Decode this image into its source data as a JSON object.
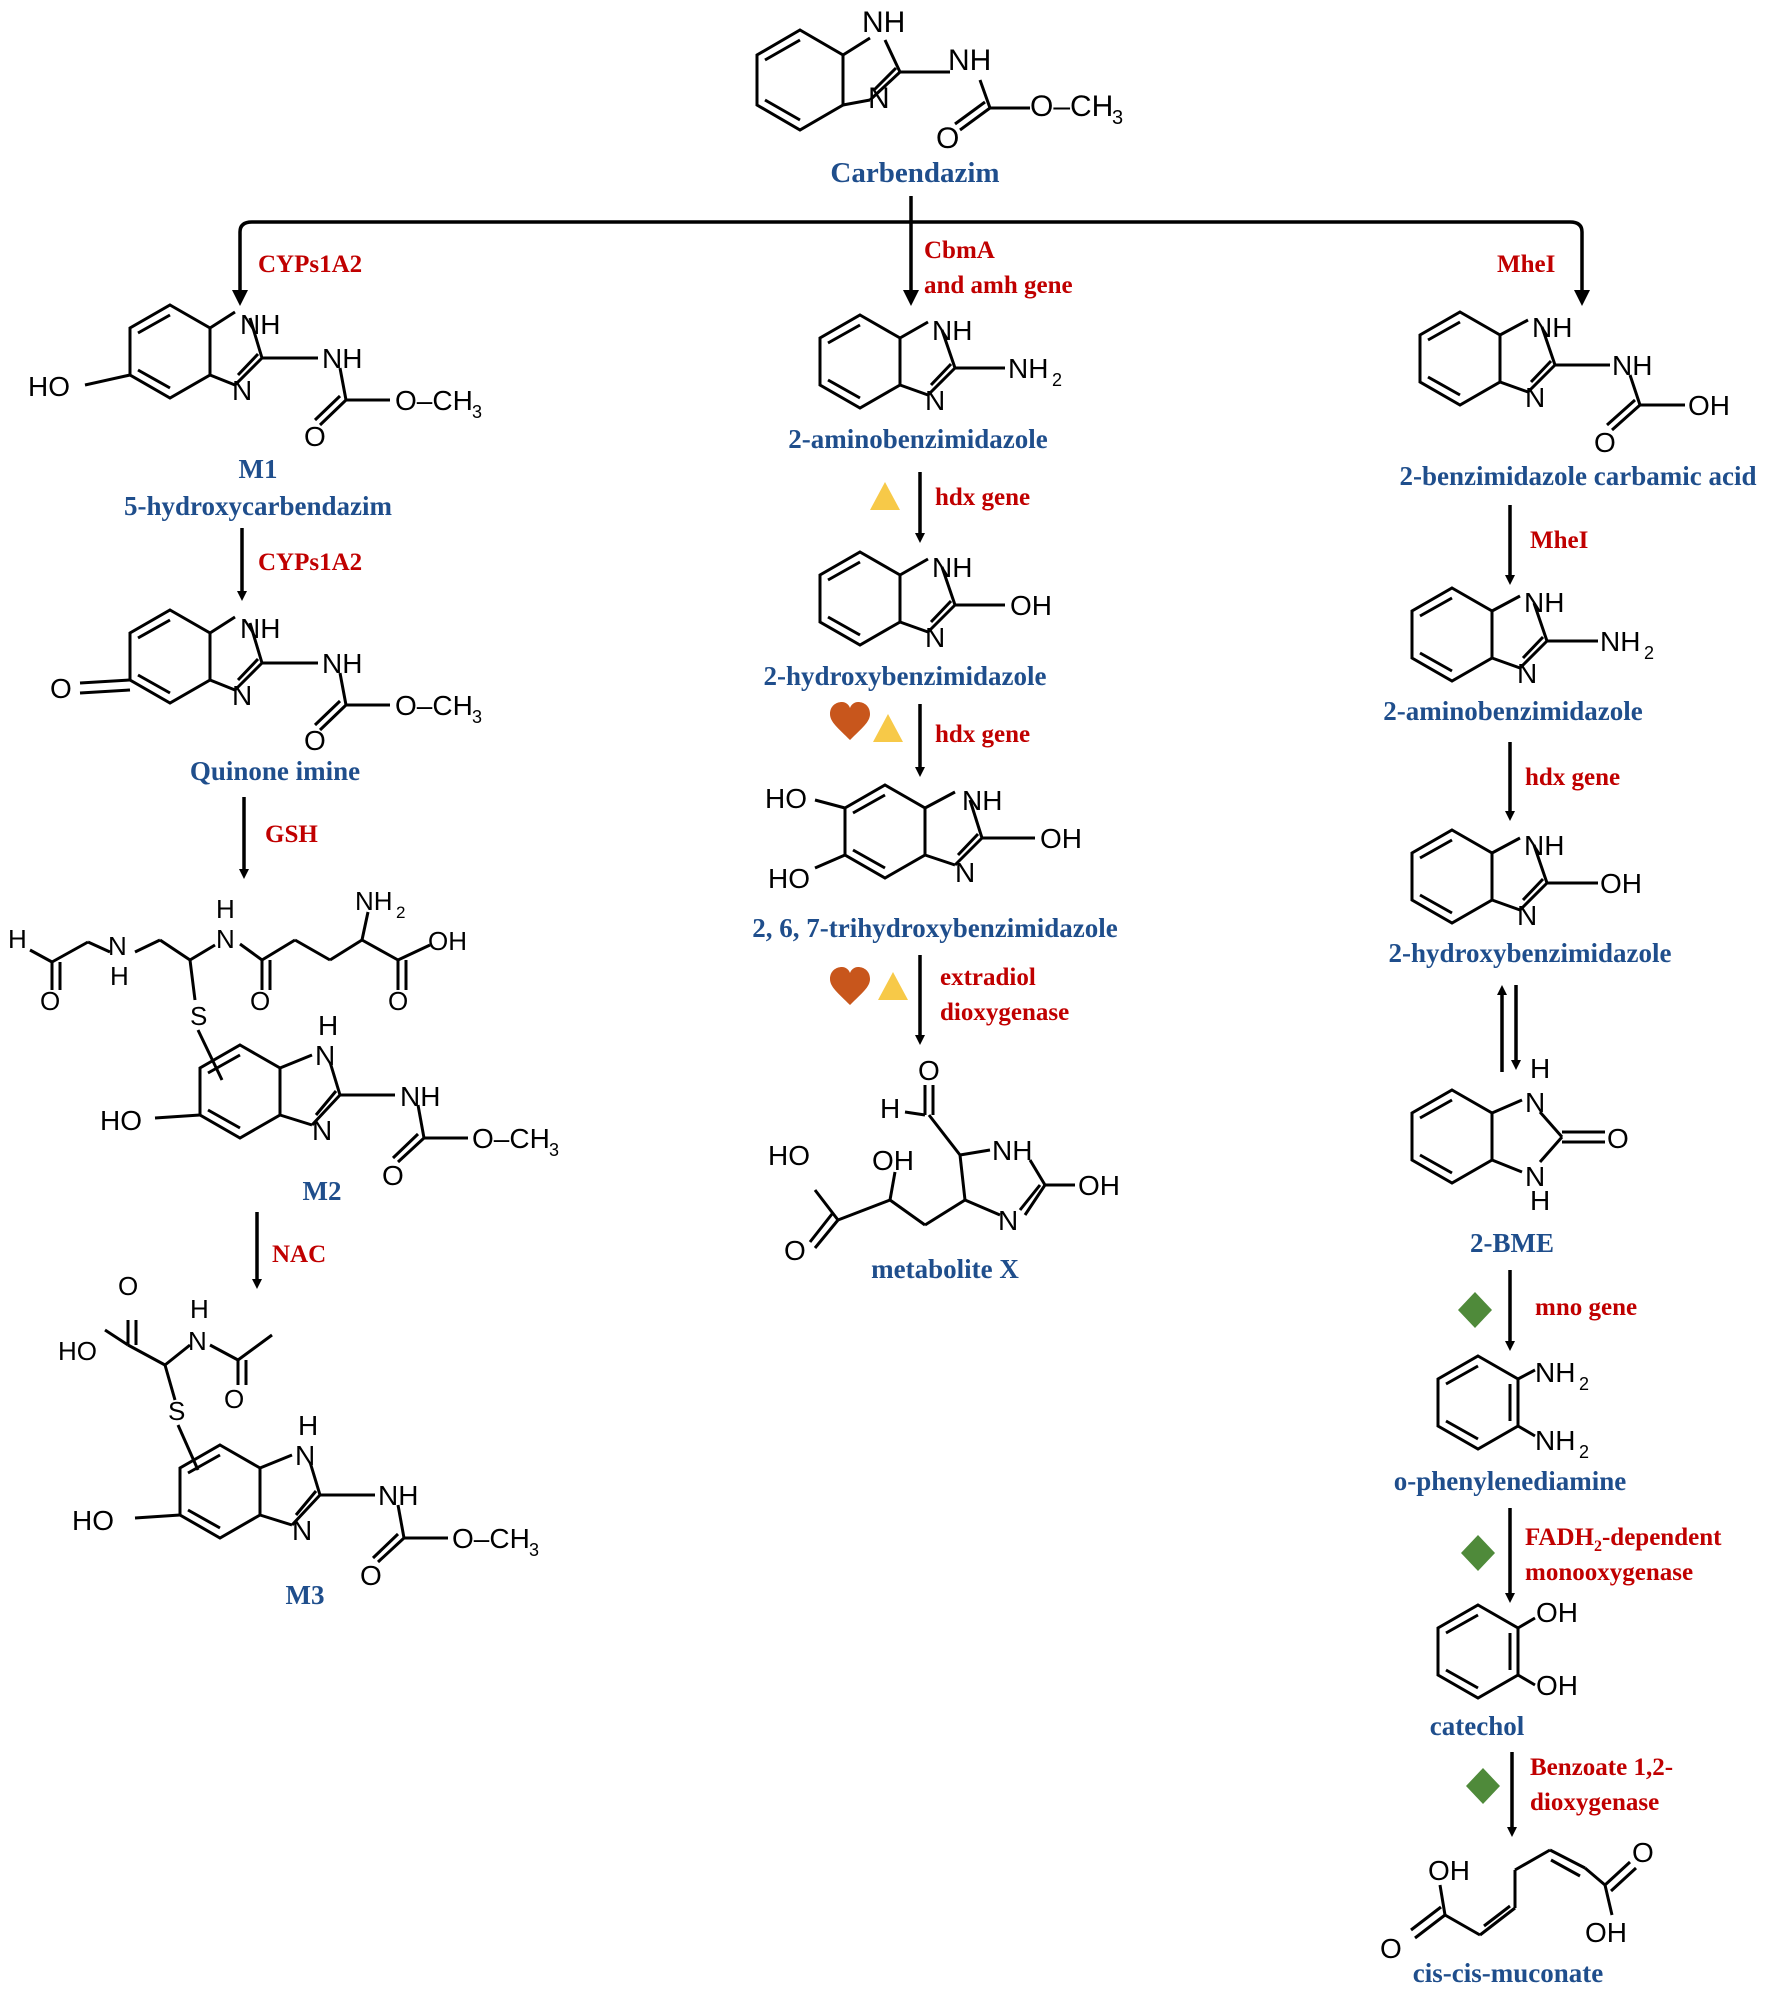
{
  "compounds": {
    "carbendazim": "Carbendazim",
    "m1_code": "M1",
    "m1_name": "5-hydroxycarbendazim",
    "quinone": "Quinone imine",
    "m2": "M2",
    "m3": "M3",
    "mid_2ab": "2-aminobenzimidazole",
    "mid_2hb": "2-hydroxybenzimidazole",
    "mid_thb": "2, 6, 7-trihydroxybenzimidazole",
    "metx": "metabolite X",
    "right_bca": "2-benzimidazole carbamic acid",
    "right_2ab": "2-aminobenzimidazole",
    "right_2hb": "2-hydroxybenzimidazole",
    "right_bme": "2-BME",
    "right_opd": "o-phenylenediamine",
    "right_catechol": "catechol",
    "right_muconate": "cis-cis-muconate"
  },
  "enzymes": {
    "cyp1": "CYPs1A2",
    "cyp2": "CYPs1A2",
    "gsh": "GSH",
    "nac": "NAC",
    "cbma_1": "CbmA",
    "cbma_2": "and amh gene",
    "hdx1": "hdx gene",
    "hdx2": "hdx gene",
    "extradiol_1": "extradiol",
    "extradiol_2": "dioxygenase",
    "mhei1": "MheI",
    "mhei2": "MheI",
    "hdx_right": "hdx gene",
    "mno": "mno gene",
    "fadh_a": "FADH",
    "fadh_sub": "2",
    "fadh_b": "-dependent",
    "fadh_2": "monooxygenase",
    "benzoate_1": "Benzoate 1,2-",
    "benzoate_2": "dioxygenase"
  },
  "atoms": {
    "nh": "NH",
    "n": "N",
    "h": "H",
    "o": "O",
    "oh": "OH",
    "ho": "HO",
    "s": "S",
    "ch3": "CH",
    "ch3_sub": "3",
    "nh2": "NH",
    "nh2_sub": "2",
    "o_dash": "O",
    "och3_prefix": "O–CH",
    "hooh": "HO"
  },
  "colors": {
    "compound_label": "#1f4e8c",
    "enzyme_label": "#c00000",
    "structure": "#000000",
    "triangle": "#f7c948",
    "heart": "#c8561c",
    "diamond": "#4f8a3a"
  }
}
